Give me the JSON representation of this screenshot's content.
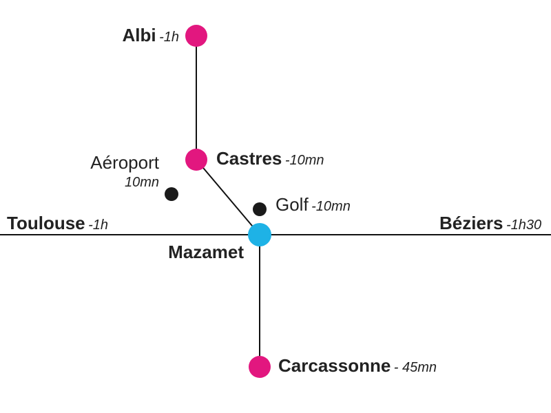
{
  "colors": {
    "major": "#e2177f",
    "center": "#1eb2e6",
    "poi": "#1a1a1a",
    "line": "#111111"
  },
  "destinations": {
    "albi": {
      "name": "Albi",
      "time": "-1h"
    },
    "castres": {
      "name": "Castres",
      "time": "-10mn"
    },
    "toulouse": {
      "name": "Toulouse",
      "time": "-1h"
    },
    "beziers": {
      "name": "Béziers",
      "time": "-1h30"
    },
    "carcassonne": {
      "name": "Carcassonne",
      "time": "- 45mn"
    }
  },
  "center": {
    "name": "Mazamet"
  },
  "points_of_interest": {
    "aeroport": {
      "name": "Aéroport",
      "time": "10mn"
    },
    "golf": {
      "name": "Golf",
      "time": "-10mn"
    }
  }
}
